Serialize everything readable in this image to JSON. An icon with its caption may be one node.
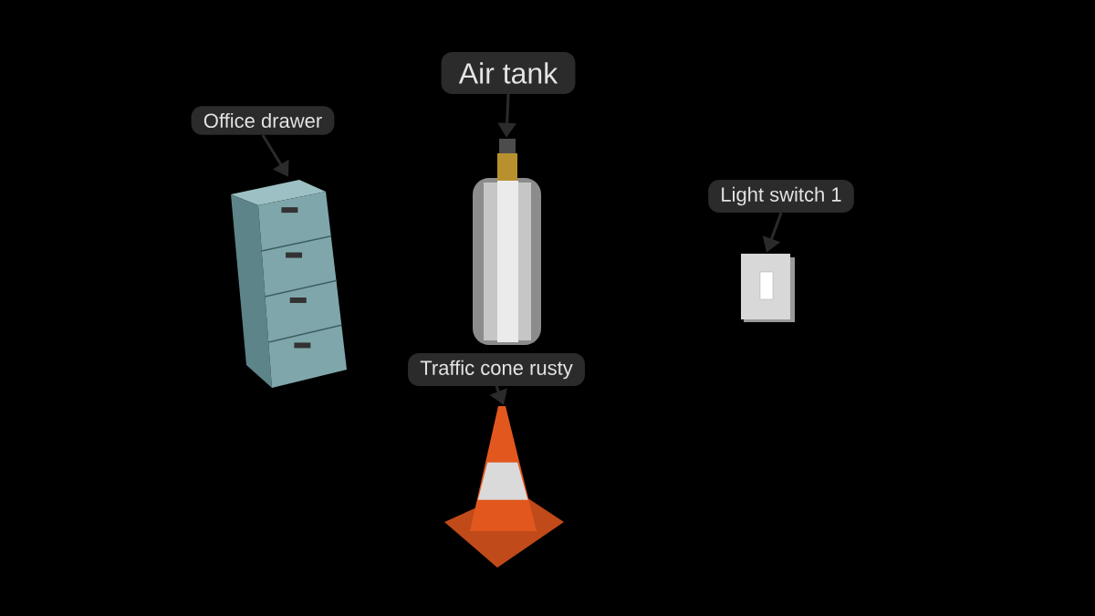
{
  "diagram": {
    "nodes": [
      {
        "text": [
          "Office drawer"
        ]
      },
      {
        "text": [
          "Air tank"
        ]
      },
      {
        "text": [
          "Light switch 1"
        ]
      },
      {
        "text": [
          "Traffic cone rusty"
        ]
      },
      {
        "text": [],
        "shape": "picture"
      },
      {
        "text": [],
        "shape": "picture"
      },
      {
        "text": [],
        "shape": "picture"
      },
      {
        "text": [],
        "shape": "picture"
      }
    ],
    "edges": [
      {
        "from": 0,
        "to": 4,
        "arrow": "to"
      },
      {
        "from": 1,
        "to": 5,
        "arrow": "to"
      },
      {
        "from": 2,
        "to": 6,
        "arrow": "to"
      },
      {
        "from": 3,
        "to": 7,
        "arrow": "to"
      }
    ]
  }
}
